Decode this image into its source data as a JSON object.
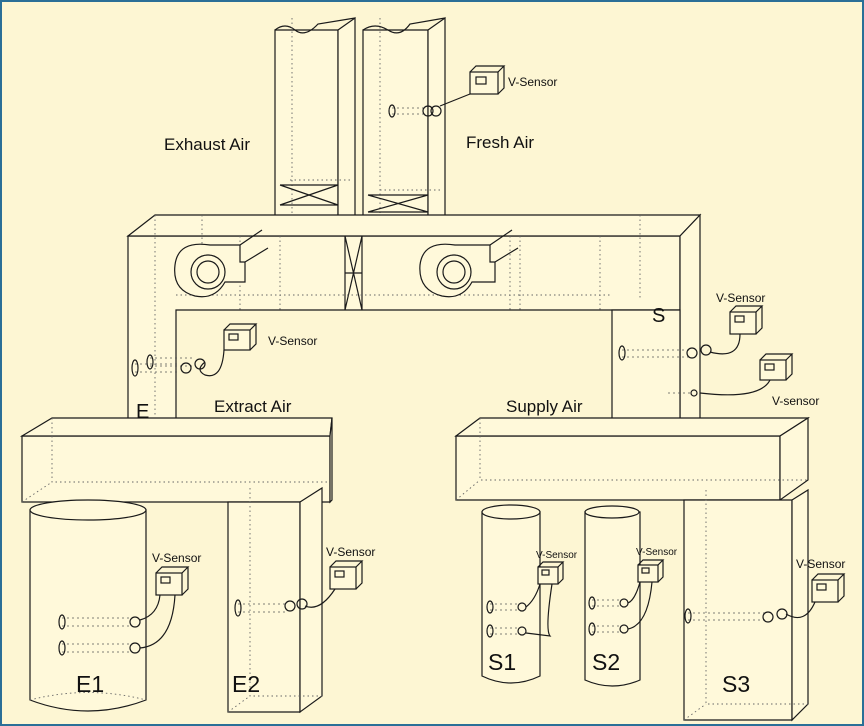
{
  "colors": {
    "background": "#fdf6d3",
    "frame": "#2a6f97",
    "duct_fill": "#fff9da",
    "line": "#1a1a1a"
  },
  "labels": {
    "exhaust_air": "Exhaust Air",
    "fresh_air": "Fresh Air",
    "extract_air": "Extract  Air",
    "supply_air": "Supply Air",
    "e": "E",
    "s": "S",
    "e1": "E1",
    "e2": "E2",
    "s1": "S1",
    "s2": "S2",
    "s3": "S3"
  },
  "sensors": {
    "fresh": "V-Sensor",
    "extract": "V-Sensor",
    "supply": "V-Sensor",
    "supply_lower": "V-sensor",
    "e1": "V-Sensor",
    "e2": "V-Sensor",
    "s1": "V-Sensor",
    "s2": "V-Sensor",
    "s3": "V-Sensor"
  },
  "icons": [
    "fan-icon",
    "sensor-box-icon",
    "probe-icon"
  ]
}
